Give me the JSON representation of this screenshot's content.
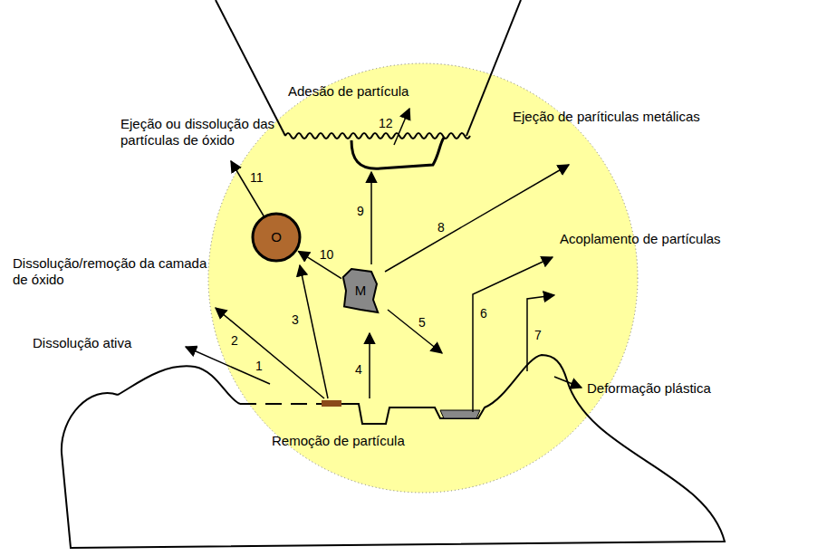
{
  "diagram": {
    "nodes": [
      {
        "text": [
          "O"
        ]
      },
      {
        "text": [
          "M"
        ]
      }
    ],
    "edges": [
      {
        "from": 1,
        "to": 0,
        "arrow": "to",
        "label": "10"
      }
    ],
    "labels": [
      "Adesão de partícula",
      "Ejeção ou dissolução das partículas de óxido",
      "Ejeção de paríticulas metálicas",
      "Acoplamento de partículas",
      "Dissolução/remoção da camada de óxido",
      "Dissolução ativa",
      "Deformação plástica",
      "Remoção de partícula",
      "1",
      "2",
      "3",
      "4",
      "5",
      "6",
      "7",
      "8",
      "9",
      "11",
      "12"
    ]
  }
}
